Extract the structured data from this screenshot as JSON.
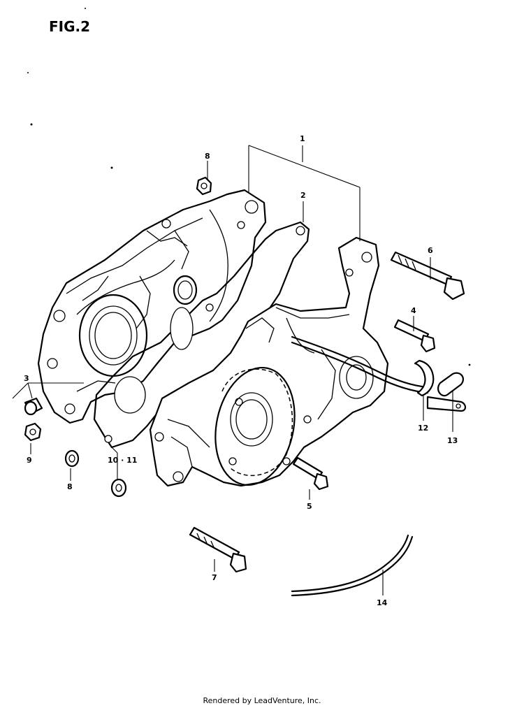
{
  "figure": {
    "title": "FIG.2"
  },
  "callouts": [
    {
      "id": "c1",
      "label": "1"
    },
    {
      "id": "c2",
      "label": "2"
    },
    {
      "id": "c3",
      "label": "3"
    },
    {
      "id": "c4",
      "label": "4"
    },
    {
      "id": "c5",
      "label": "5"
    },
    {
      "id": "c6",
      "label": "6"
    },
    {
      "id": "c7",
      "label": "7"
    },
    {
      "id": "c8a",
      "label": "8"
    },
    {
      "id": "c8b",
      "label": "8"
    },
    {
      "id": "c9",
      "label": "9"
    },
    {
      "id": "c10",
      "label": "10 · 11"
    },
    {
      "id": "c12",
      "label": "12"
    },
    {
      "id": "c13",
      "label": "13"
    },
    {
      "id": "c14",
      "label": "14"
    }
  ],
  "footer": {
    "text": "Rendered by LeadVenture, Inc."
  }
}
